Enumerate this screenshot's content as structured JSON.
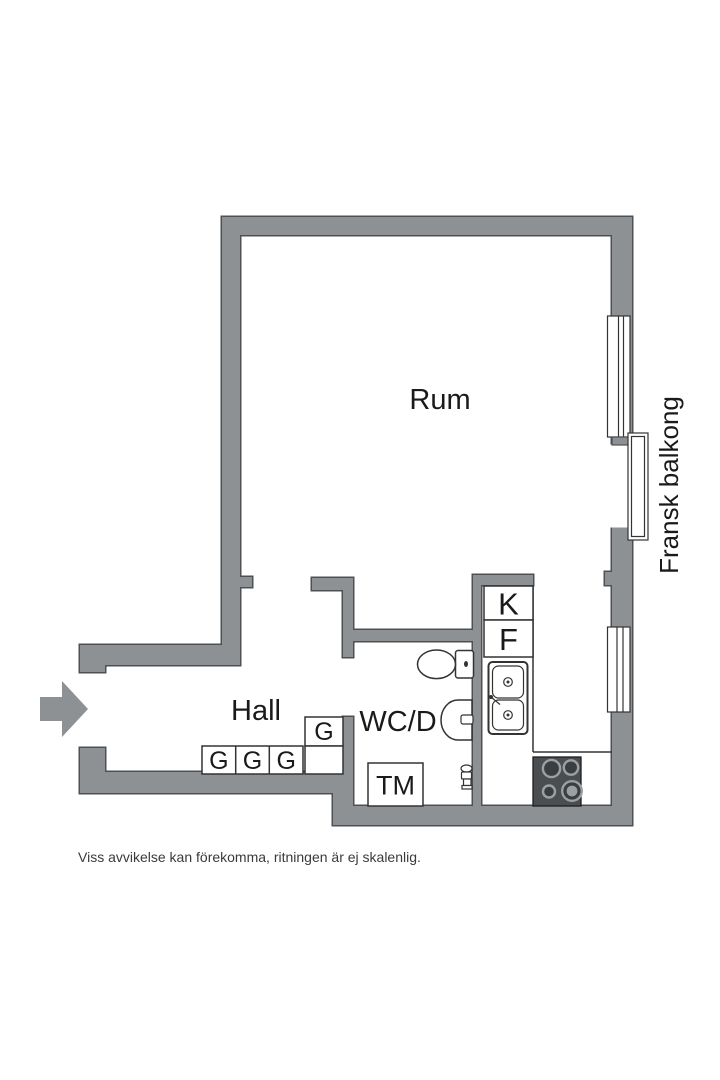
{
  "floorplan": {
    "rooms": {
      "main_room": "Rum",
      "hall": "Hall",
      "bathroom": "WC/D"
    },
    "kitchen": {
      "fridge": "K",
      "freezer": "F"
    },
    "laundry": {
      "washing_machine": "TM"
    },
    "wardrobes": [
      "G",
      "G",
      "G",
      "G"
    ],
    "balcony": {
      "label": "Fransk balkong"
    },
    "disclaimer": "Viss avvikelse kan förekomma, ritningen är ej skalenlig."
  },
  "colors": {
    "wall": "#8D9194",
    "outline": "#4D5154",
    "fixture_line": "#333333",
    "stove": "#4A4E50",
    "text": "#1A1A1A",
    "background": "#FFFFFF"
  }
}
